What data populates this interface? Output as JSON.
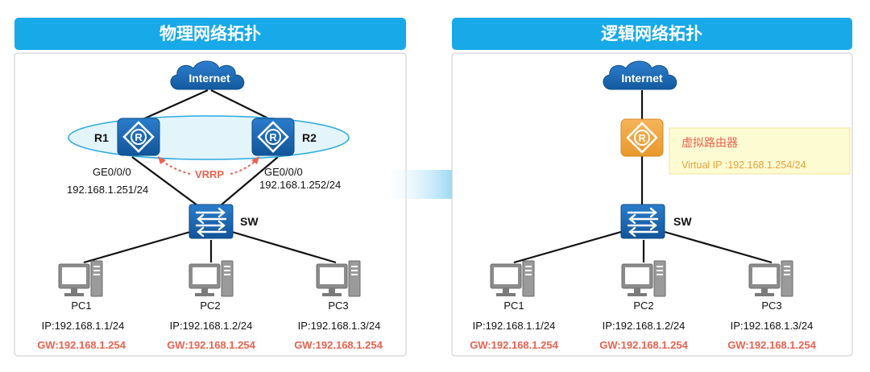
{
  "physical": {
    "title": "物理网络拓扑",
    "internet": "Internet",
    "r1": "R1",
    "r2": "R2",
    "r1_port": "GE0/0/0",
    "r1_ip": "192.168.1.251/24",
    "r2_port": "GE0/0/0",
    "r2_ip": "192.168.1.252/24",
    "vrrp": "VRRP",
    "sw": "SW",
    "pcs": [
      {
        "name": "PC1",
        "ip": "IP:192.168.1.1/24",
        "gw": "GW:192.168.1.254"
      },
      {
        "name": "PC2",
        "ip": "IP:192.168.1.2/24",
        "gw": "GW:192.168.1.254"
      },
      {
        "name": "PC3",
        "ip": "IP:192.168.1.3/24",
        "gw": "GW:192.168.1.254"
      }
    ]
  },
  "logical": {
    "title": "逻辑网络拓扑",
    "internet": "Internet",
    "virtual_router_label": "虚拟路由器",
    "virtual_ip": "Virtual IP :192.168.1.254/24",
    "sw": "SW",
    "pcs": [
      {
        "name": "PC1",
        "ip": "IP:192.168.1.1/24",
        "gw": "GW:192.168.1.254"
      },
      {
        "name": "PC2",
        "ip": "IP:192.168.1.2/24",
        "gw": "GW:192.168.1.254"
      },
      {
        "name": "PC3",
        "ip": "IP:192.168.1.3/24",
        "gw": "GW:192.168.1.254"
      }
    ]
  },
  "colors": {
    "header": "#17a9e8",
    "router_blue": "#1b66b0",
    "virtual_router": "#f0a640",
    "gw_text": "#e8624f",
    "vrrp": "#e8624f",
    "ellipse_fill": "#e3f4fa",
    "callout_fill": "#fdfbd2"
  },
  "icons": {
    "cloud": "internet-cloud-icon",
    "router": "router-icon",
    "switch": "switch-icon",
    "pc": "pc-icon",
    "arrow": "right-arrow-icon"
  }
}
